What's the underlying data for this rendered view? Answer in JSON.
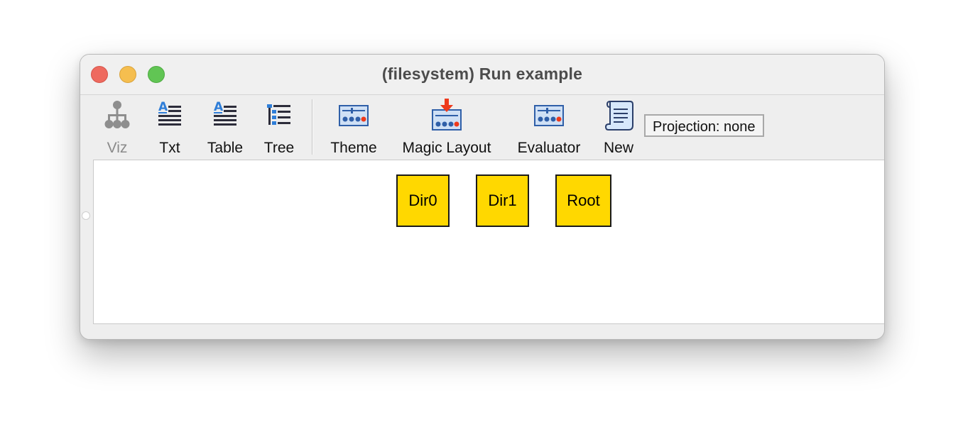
{
  "window": {
    "title": "(filesystem) Run example"
  },
  "toolbar": {
    "viz_label": "Viz",
    "txt_label": "Txt",
    "table_label": "Table",
    "tree_label": "Tree",
    "theme_label": "Theme",
    "magic_layout_label": "Magic Layout",
    "evaluator_label": "Evaluator",
    "new_label": "New",
    "projection_label": "Projection: none"
  },
  "graph": {
    "nodes": [
      "Dir0",
      "Dir1",
      "Root"
    ]
  },
  "colors": {
    "node_fill": "#ffd800",
    "node_border": "#1a1a1a",
    "accent_red": "#ee3a1c",
    "icon_blue": "#2f5fa8"
  },
  "icons": {
    "viz": "tree-graph-icon",
    "txt": "text-document-icon",
    "table": "text-table-icon",
    "tree": "tree-list-icon",
    "theme": "sliders-panel-icon",
    "magic_layout": "sliders-panel-down-arrow-icon",
    "evaluator": "sliders-panel-icon",
    "new": "scroll-document-icon"
  }
}
